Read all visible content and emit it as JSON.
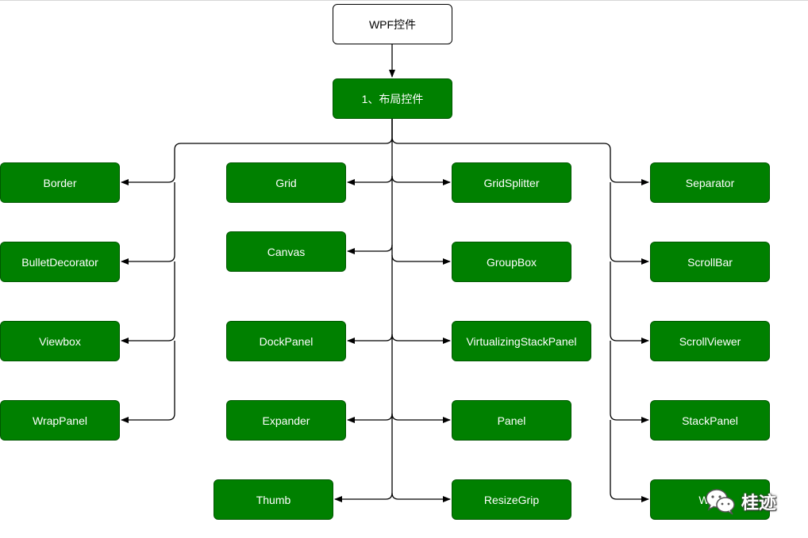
{
  "diagram": {
    "root": "WPF控件",
    "layout": "1、布局控件",
    "col1": [
      "Border",
      "BulletDecorator",
      "Viewbox",
      "WrapPanel"
    ],
    "col2": [
      "Grid",
      "Canvas",
      "DockPanel",
      "Expander",
      "Thumb"
    ],
    "col3": [
      "GridSplitter",
      "GroupBox",
      "VirtualizingStackPanel",
      "Panel",
      "ResizeGrip"
    ],
    "col4": [
      "Separator",
      "ScrollBar",
      "ScrollViewer",
      "StackPanel",
      "Wi"
    ]
  },
  "colors": {
    "node_fill": "#008000",
    "node_border": "#005700",
    "edge": "#000000"
  },
  "watermark": {
    "icon": "wechat-icon",
    "text": "桂迹"
  }
}
